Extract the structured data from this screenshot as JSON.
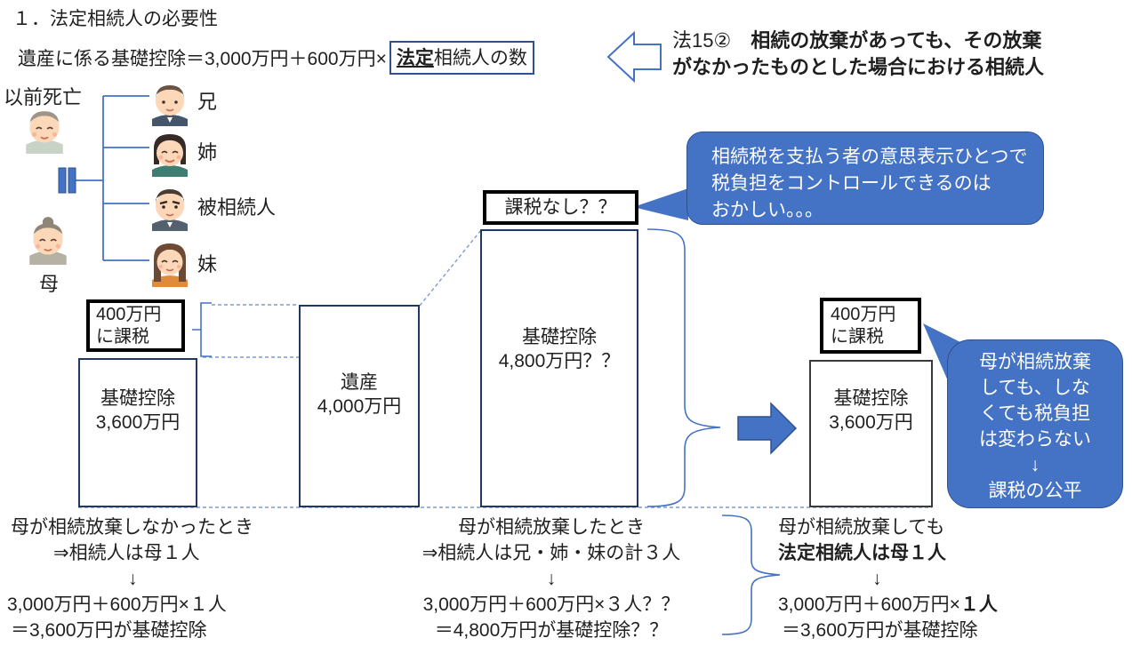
{
  "title": "１．法定相続人の必要性",
  "formula": {
    "prefix": "遺産に係る基礎控除＝3,000万円＋600万円×",
    "boxed_bold": "法定",
    "boxed_rest": "相続人の数"
  },
  "law_note": {
    "ref": "法15②",
    "line1": "相続の放棄があっても、その放棄",
    "line2": "がなかったものとした場合における相続人"
  },
  "family_tree": {
    "predeceased_label": "以前死亡",
    "mother_label": "母",
    "children": [
      {
        "label": "兄"
      },
      {
        "label": "姉"
      },
      {
        "label": "被相続人"
      },
      {
        "label": "妹"
      }
    ]
  },
  "left_scenario": {
    "tax_box": {
      "line1": "400万円",
      "line2": "に課税"
    },
    "deduction_box": {
      "line1": "基礎控除",
      "line2": "3,600万円"
    },
    "estate_box": {
      "line1": "遺産",
      "line2": "4,000万円"
    },
    "note": {
      "line1": "母が相続放棄しなかったとき",
      "line2": "⇒相続人は母１人",
      "line3": "↓",
      "line4": "3,000万円＋600万円×１人",
      "line5": "＝3,600万円が基礎控除"
    }
  },
  "middle_scenario": {
    "no_tax_box": "課税なし？？",
    "deduction_box": {
      "line1": "基礎控除",
      "line2": "4,800万円？？"
    },
    "note": {
      "line1": "母が相続放棄したとき",
      "line2": "⇒相続人は兄・姉・妹の計３人",
      "line3": "↓",
      "line4": "3,000万円＋600万円×３人？？",
      "line5": "＝4,800万円が基礎控除？？"
    }
  },
  "right_scenario": {
    "tax_box": {
      "line1": "400万円",
      "line2": "に課税"
    },
    "deduction_box": {
      "line1": "基礎控除",
      "line2": "3,600万円"
    },
    "note": {
      "line1": "母が相続放棄しても",
      "line2": "法定相続人は母１人",
      "line3": "↓",
      "line4_normal": "3,000万円＋600万円×",
      "line4_bold": "１人",
      "line5": "＝3,600万円が基礎控除"
    }
  },
  "callout_top": {
    "line1": "相続税を支払う者の意思表示ひとつで",
    "line2": "税負担をコントロールできるのは",
    "line3": "おかしい。。。"
  },
  "callout_right": {
    "line1": "母が相続放棄",
    "line2": "しても、しな",
    "line3": "くても税負担",
    "line4": "は変わらない",
    "line5": "↓",
    "line6": "課税の公平"
  },
  "colors": {
    "accent_blue": "#4472C4",
    "accent_blue_dark": "#2F528F",
    "box_border_navy": "#1F3864",
    "dashed_blue": "#7C9BD3",
    "thick_border": "#000000"
  }
}
